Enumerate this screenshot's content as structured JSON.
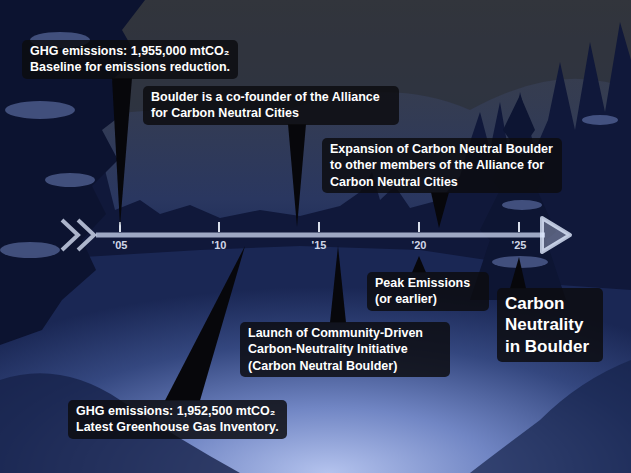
{
  "diagram": {
    "nodes": [
      {
        "text": [
          "GHG emissions: 1,955,000 mtCO₂",
          "Baseline for emissions reduction."
        ]
      },
      {
        "text": [
          "Boulder is a co-founder of the Alliance for Carbon Neutral Cities"
        ]
      },
      {
        "text": [
          "Expansion of Carbon Neutral Boulder to other members of the Alliance for Carbon Neutral Cities"
        ]
      },
      {
        "text": [
          "Peak Emissions (or earlier)"
        ]
      },
      {
        "text": [
          "Carbon Neutrality in Boulder"
        ]
      },
      {
        "text": [
          "Launch of Community-Driven Carbon-Neutrality Initiative (Carbon Neutral Boulder)"
        ]
      },
      {
        "text": [
          "GHG emissions: 1,952,500 mtCO₂",
          "Latest Greenhouse Gas Inventory."
        ]
      }
    ],
    "labels": [
      "'05",
      "'10",
      "'15",
      "'20",
      "'25"
    ]
  }
}
